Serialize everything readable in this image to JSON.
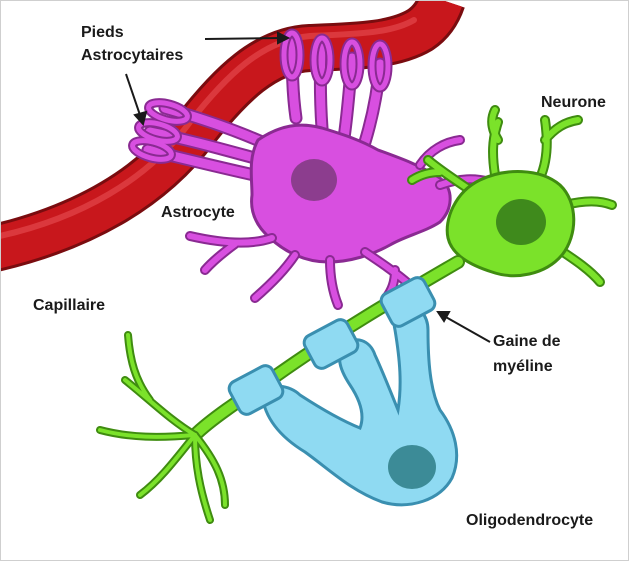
{
  "labels": {
    "pieds_line1": "Pieds",
    "pieds_line2": "Astrocytaires",
    "neurone": "Neurone",
    "astrocyte": "Astrocyte",
    "capillaire": "Capillaire",
    "gaine_line1": "Gaine de",
    "gaine_line2": "myéline",
    "oligodendrocyte": "Oligodendrocyte"
  },
  "colors": {
    "capillary": "#c8171c",
    "capillary_edge": "#7a0c0f",
    "astrocyte": "#d84fe0",
    "astrocyte_edge": "#8a2a92",
    "astrocyte_nucleus": "#8c3d8e",
    "neuron": "#7be22a",
    "neuron_edge": "#3f8c10",
    "neuron_nucleus": "#3f8a1c",
    "oligodendrocyte": "#8fdaf2",
    "oligodendrocyte_edge": "#3a8fb0",
    "oligodendrocyte_nucleus": "#3c8b97",
    "text": "#1a1a1a"
  }
}
